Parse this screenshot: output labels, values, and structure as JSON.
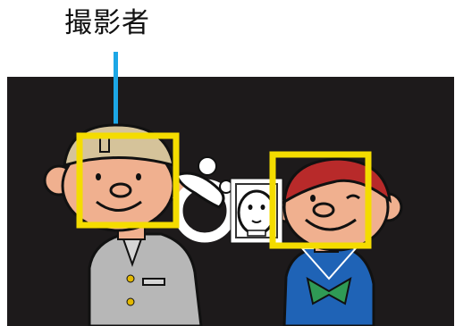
{
  "caption": {
    "label": "撮影者"
  },
  "colors": {
    "background": "#1d1a1b",
    "pointer_line": "#1ca7e6",
    "face_frame": "#f4dc00",
    "selected_frame": "#ffffff"
  },
  "icons": {
    "photographer_marker": "face-marker-icon",
    "person_left": "boy-illustration",
    "person_right": "girl-illustration",
    "camera_subject": "egg-face-icon"
  }
}
